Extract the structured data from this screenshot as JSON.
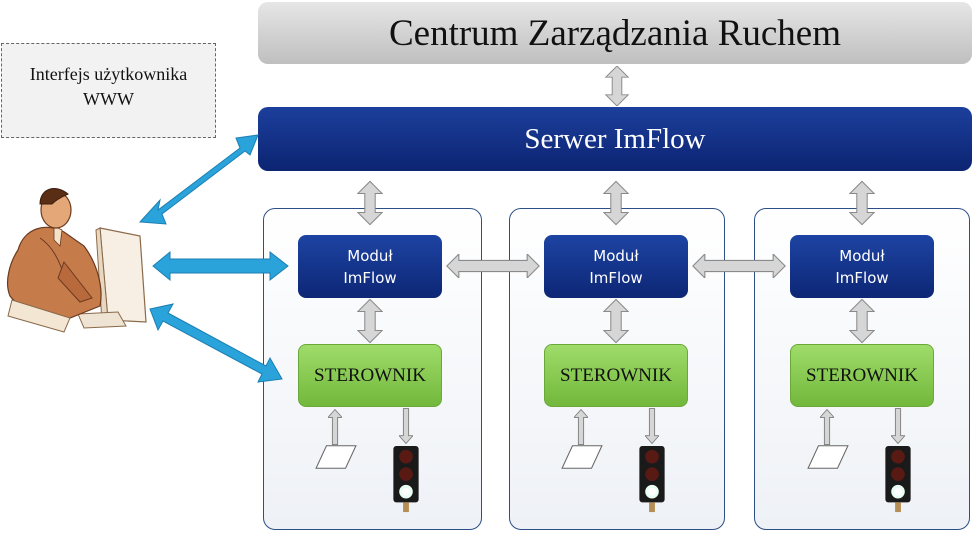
{
  "header": {
    "title": "Centrum Zarządzania Ruchem"
  },
  "server": {
    "label": "Serwer ImFlow"
  },
  "interface": {
    "line1": "Interfejs użytkownika",
    "line2": "WWW"
  },
  "nodes": [
    {
      "module_line1": "Moduł",
      "module_line2": "ImFlow",
      "controller": "STEROWNIK"
    },
    {
      "module_line1": "Moduł",
      "module_line2": "ImFlow",
      "controller": "STEROWNIK"
    },
    {
      "module_line1": "Moduł",
      "module_line2": "ImFlow",
      "controller": "STEROWNIK"
    }
  ],
  "colors": {
    "navy": "#0f2a7a",
    "green": "#8ccf55",
    "arrow_blue": "#29a3da",
    "arrow_gray": "#cfcfcf"
  },
  "icons": [
    "user-at-computer-icon",
    "detector-sensor-icon",
    "traffic-light-icon"
  ]
}
